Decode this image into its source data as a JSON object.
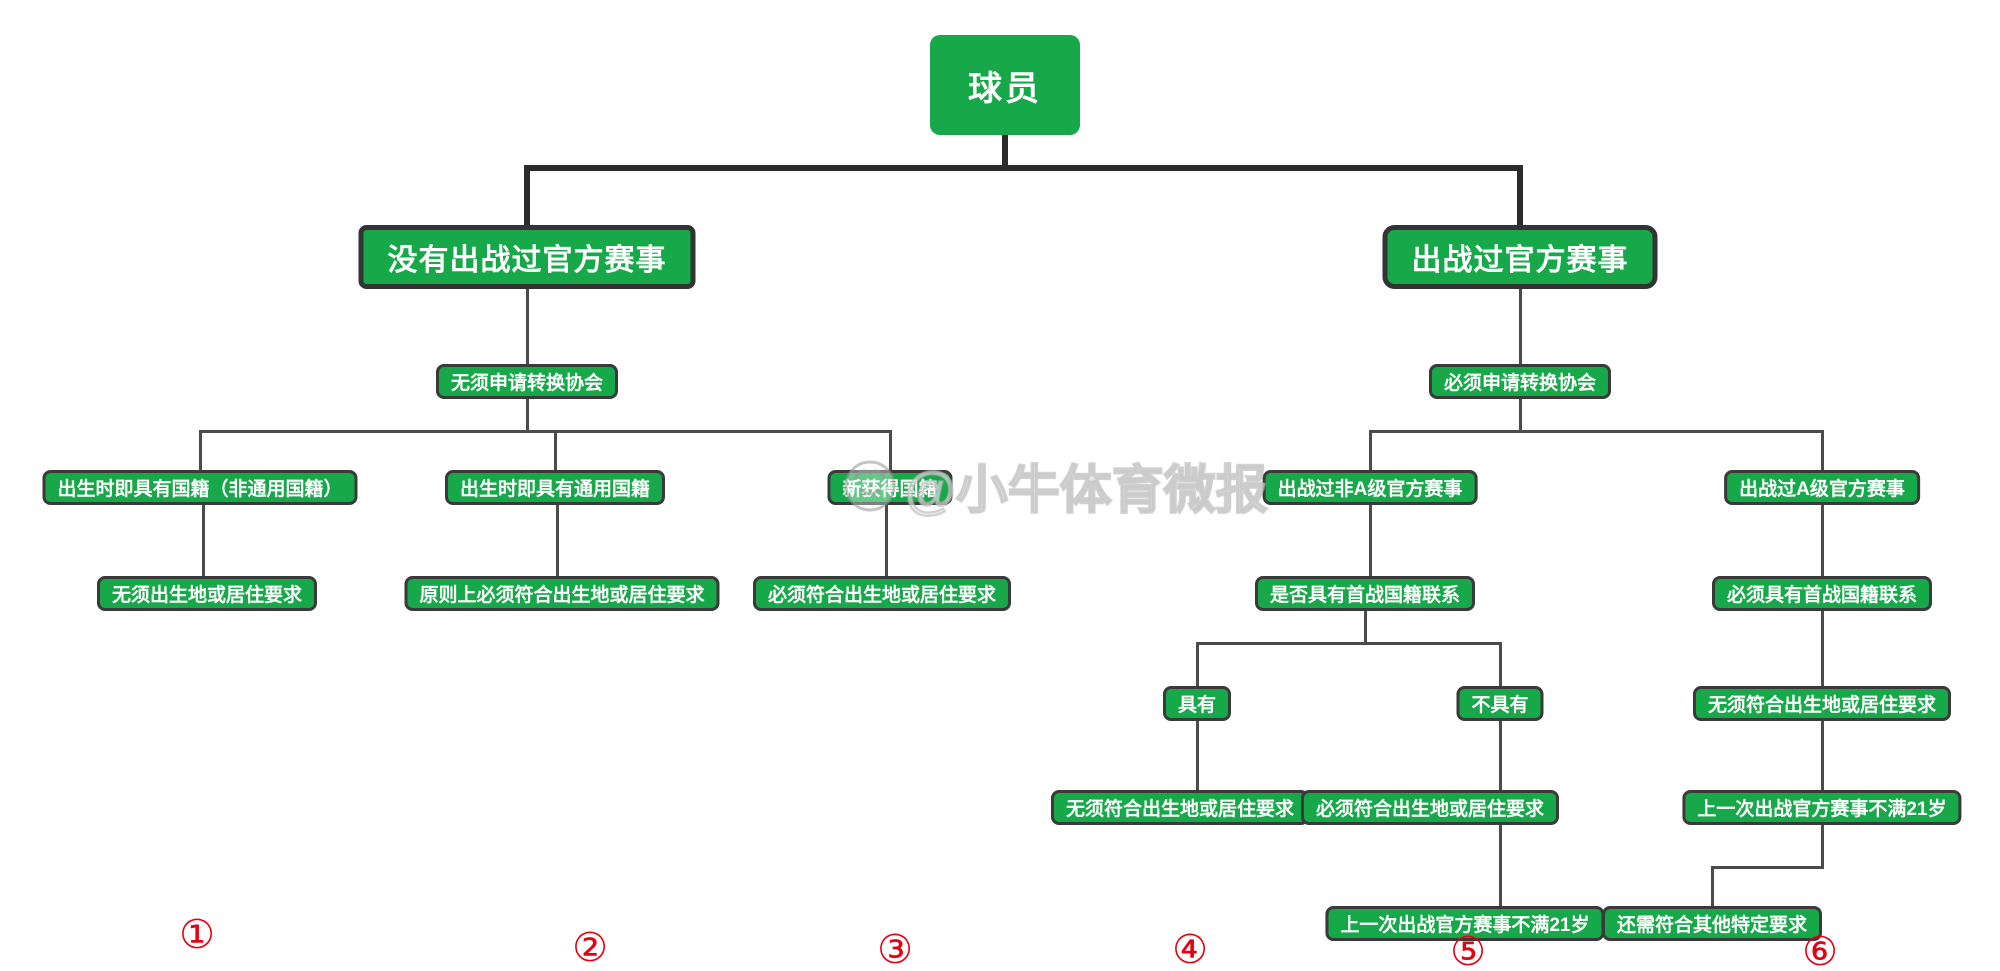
{
  "colors": {
    "box_green": "#17a84a",
    "box_border": "#3a3a3a",
    "connector": "#4b4b4b",
    "connector_dark": "#2b2b2b",
    "box_text": "#ffffff",
    "footnote_red": "#e60012",
    "background": "#ffffff"
  },
  "root": {
    "label": "球员"
  },
  "branches": {
    "left": {
      "header": "没有出战过官方赛事",
      "step": "无须申请转换协会",
      "cases": [
        {
          "condition": "出生时即具有国籍（非通用国籍）",
          "result": "无须出生地或居住要求"
        },
        {
          "condition": "出生时即具有通用国籍",
          "result": "原则上必须符合出生地或居住要求"
        },
        {
          "condition": "新获得国籍",
          "result": "必须符合出生地或居住要求"
        }
      ]
    },
    "right": {
      "header": "出战过官方赛事",
      "step": "必须申请转换协会",
      "cases": [
        {
          "condition": "出战过非A级官方赛事",
          "question": "是否具有首战国籍联系",
          "answers": [
            {
              "label": "具有",
              "result": "无须符合出生地或居住要求"
            },
            {
              "label": "不具有",
              "result": "必须符合出生地或居住要求",
              "extra": "上一次出战官方赛事不满21岁"
            }
          ]
        },
        {
          "condition": "出战过A级官方赛事",
          "requirement": "必须具有首战国籍联系",
          "result": "无须符合出生地或居住要求",
          "extra": "上一次出战官方赛事不满21岁",
          "extra2": "还需符合其他特定要求"
        }
      ]
    }
  },
  "footnotes": [
    "①",
    "②",
    "③",
    "④",
    "⑤",
    "⑥"
  ],
  "watermark": {
    "handle": "@小牛体育微报"
  }
}
